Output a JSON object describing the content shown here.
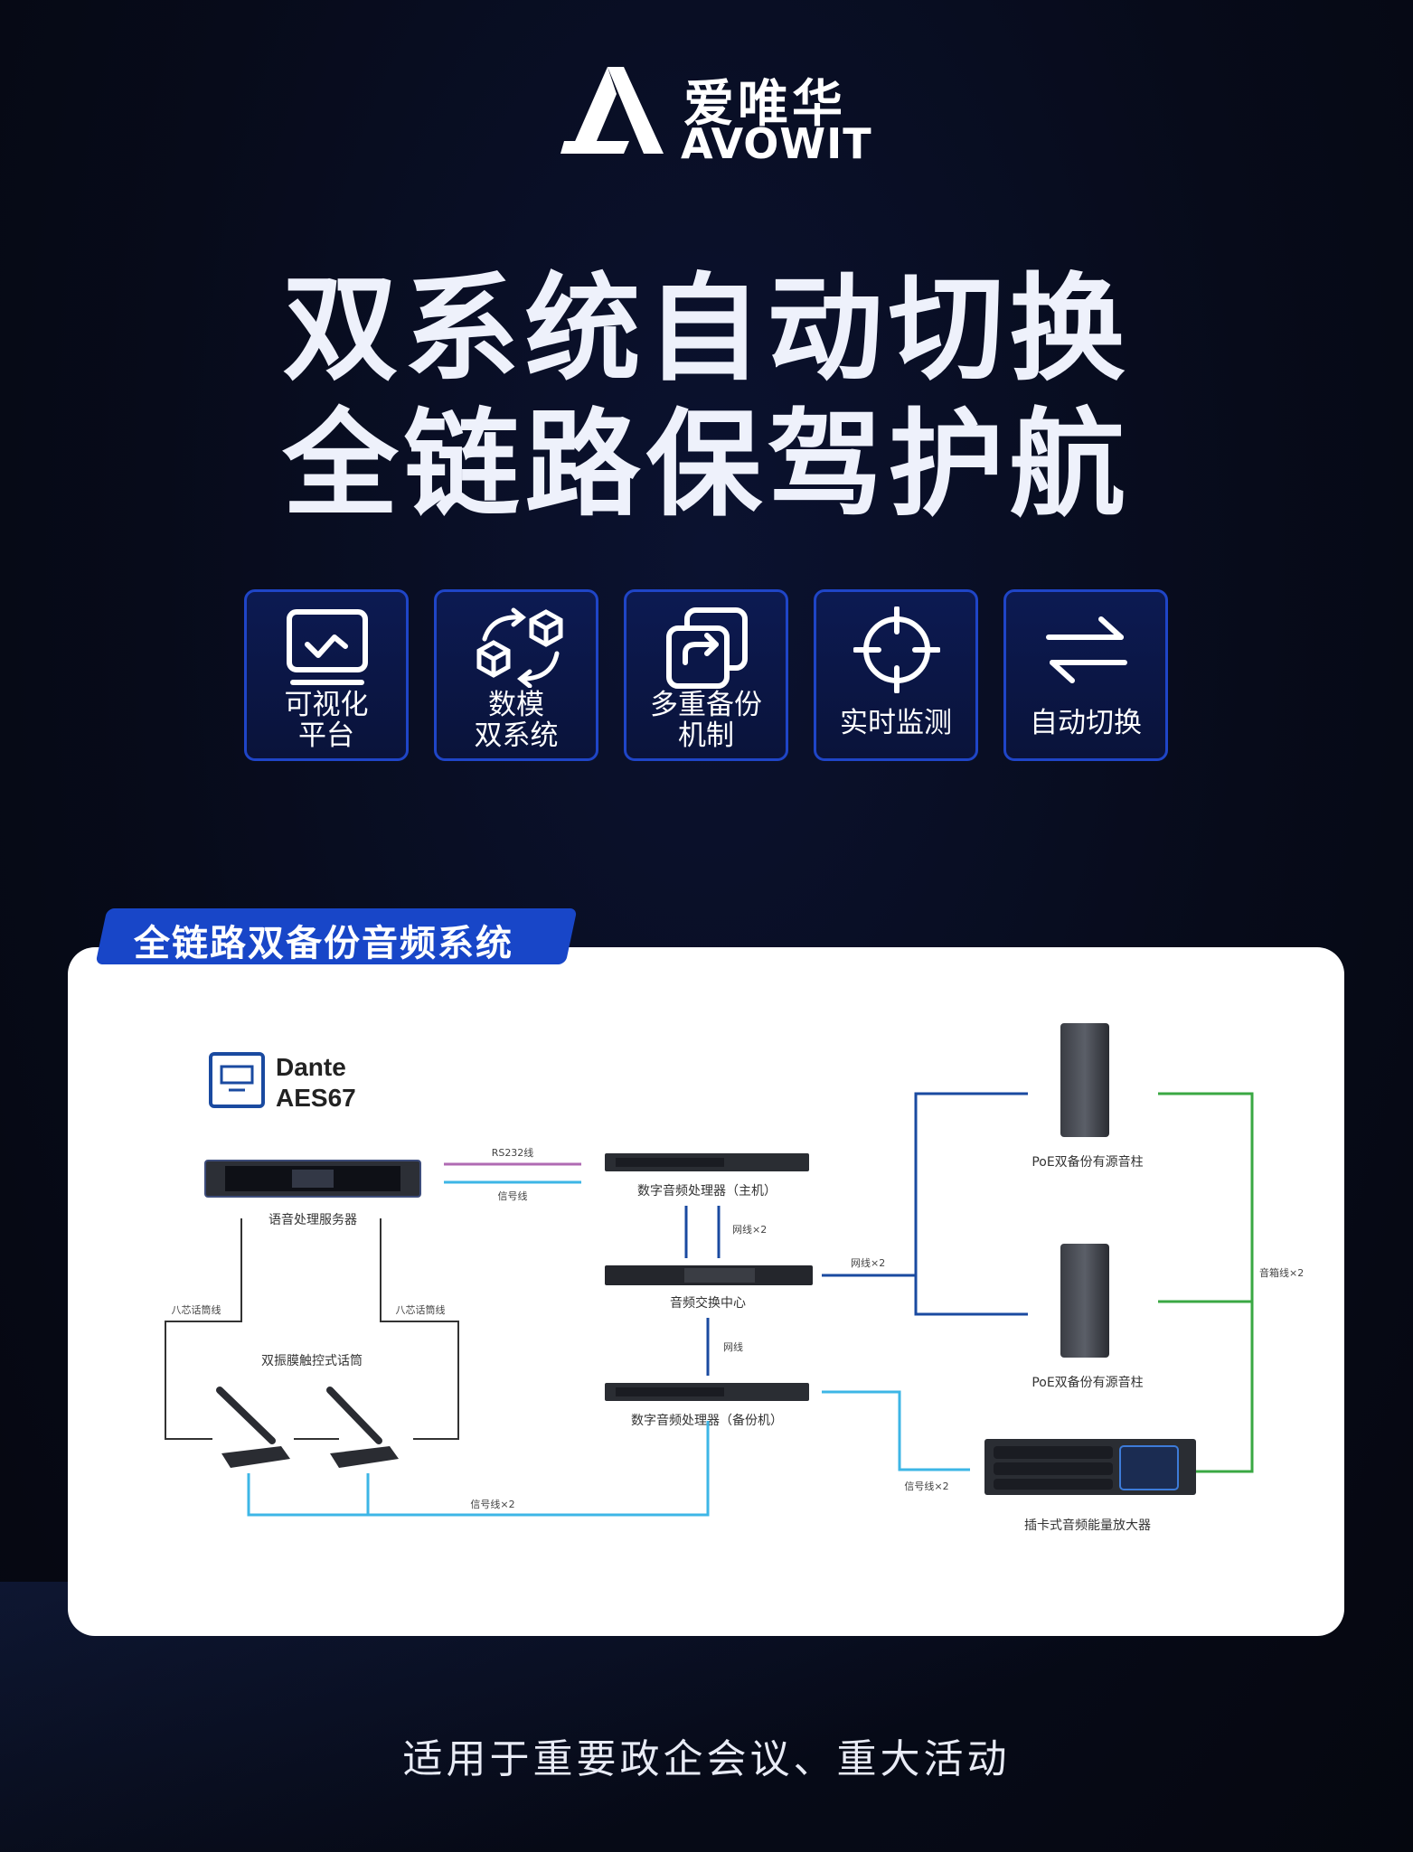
{
  "brand": {
    "name_cn": "爱唯华",
    "name_en": "AVOWIT"
  },
  "headline": {
    "line1": "双系统自动切换",
    "line2": "全链路保驾护航"
  },
  "features": [
    {
      "icon": "monitor-chart-icon",
      "line1": "可视化",
      "line2": "平台"
    },
    {
      "icon": "cube-cycle-icon",
      "line1": "数模",
      "line2": "双系统"
    },
    {
      "icon": "backup-copy-icon",
      "line1": "多重备份",
      "line2": "机制"
    },
    {
      "icon": "crosshair-icon",
      "line1": "实时监测",
      "line2": ""
    },
    {
      "icon": "switch-arrows-icon",
      "line1": "自动切换",
      "line2": ""
    }
  ],
  "section": {
    "title": "全链路双备份音频系统"
  },
  "diagram": {
    "protocol": {
      "dante": "Dante",
      "aes": "AES67"
    },
    "devices": {
      "voice_server": "语音处理服务器",
      "dsp_main": "数字音频处理器（主机）",
      "switch_center": "音频交换中心",
      "dsp_backup": "数字音频处理器（备份机）",
      "mic": "双振膜触控式话筒",
      "speaker1": "PoE双备份有源音柱",
      "speaker2": "PoE双备份有源音柱",
      "amplifier": "插卡式音频能量放大器"
    },
    "cables": {
      "rs232": "RS232线",
      "signal": "信号线",
      "net_x2_a": "网线×2",
      "net_x2_b": "网线×2",
      "net": "网线",
      "mic_cable_left": "八芯话筒线",
      "mic_cable_right": "八芯话筒线",
      "signal_x2_bottom": "信号线×2",
      "signal_x2_amp": "信号线×2",
      "speaker_x2": "音箱线×2"
    }
  },
  "footer": {
    "text": "适用于重要政企会议、重大活动"
  },
  "colors": {
    "accent_blue": "#1f45c7",
    "cable_cyan": "#3db6e6",
    "cable_navy": "#1a4aa0",
    "cable_green": "#3aa843",
    "cable_purple": "#b06ab3"
  }
}
